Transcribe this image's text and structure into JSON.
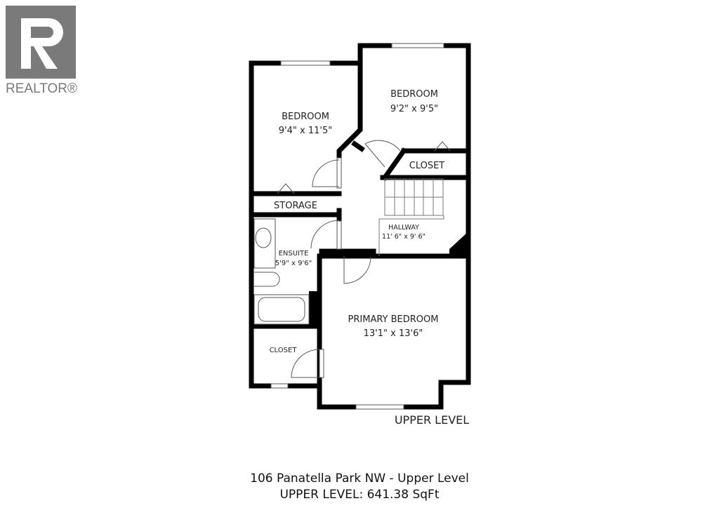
{
  "logo": {
    "text": "REALTOR®"
  },
  "plan": {
    "rooms": {
      "bedroom_left": {
        "name": "BEDROOM",
        "size": "9'4\" x 11'5\""
      },
      "bedroom_right": {
        "name": "BEDROOM",
        "size": "9'2\" x 9'5\""
      },
      "closet_upper": {
        "name": "CLOSET"
      },
      "storage": {
        "name": "STORAGE"
      },
      "hallway": {
        "name": "HALLWAY",
        "size": "11' 6\" x 9' 6\""
      },
      "ensuite": {
        "name": "ENSUITE",
        "size": "5'9\" x 9'6\""
      },
      "primary": {
        "name": "PRIMARY BEDROOM",
        "size": "13'1\" x 13'6\""
      },
      "closet_lower": {
        "name": "CLOSET"
      }
    },
    "level_label": "UPPER LEVEL"
  },
  "caption": {
    "address": "106 Panatella Park NW - Upper Level",
    "area": "UPPER LEVEL:  641.38 SqFt"
  }
}
